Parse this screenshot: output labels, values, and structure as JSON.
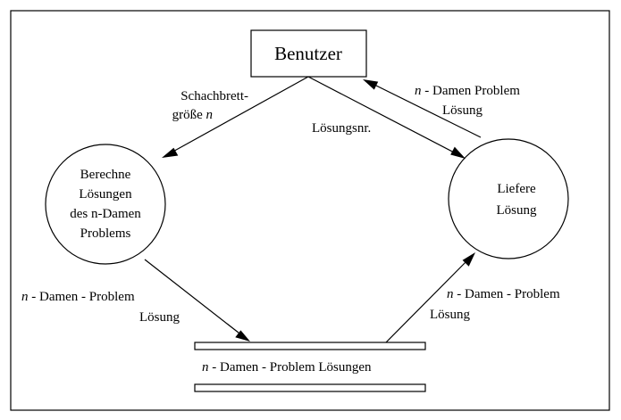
{
  "nodes": {
    "user": {
      "label": "Benutzer"
    },
    "compute": {
      "lines": [
        "Berechne",
        "Lösungen",
        "des n-Damen",
        "Problems"
      ]
    },
    "deliver": {
      "lines": [
        "Liefere",
        "Lösung"
      ]
    },
    "store": {
      "label_var": "n",
      "label_rest": " - Damen - Problem Lösungen"
    }
  },
  "edges": {
    "user_to_compute": {
      "line1": "Schachbrett-",
      "line2_text": "größe ",
      "line2_var": "n"
    },
    "user_to_deliver": {
      "label": "Lösungsnr."
    },
    "deliver_to_user": {
      "line1_var": "n",
      "line1_rest": " - Damen Problem",
      "line2": "Lösung"
    },
    "compute_to_store": {
      "line1_var": "n",
      "line1_rest": " - Damen - Problem",
      "line2": "Lösung"
    },
    "store_to_deliver": {
      "line1_var": "n",
      "line1_rest": " - Damen - Problem",
      "line2": "Lösung"
    }
  }
}
